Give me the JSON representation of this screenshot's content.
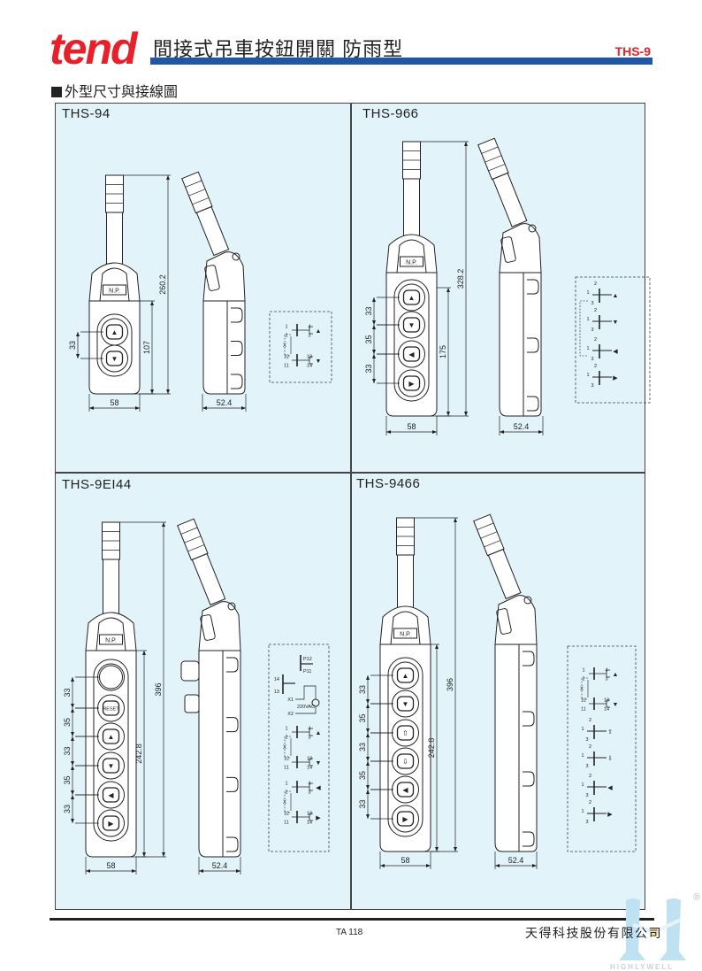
{
  "header": {
    "brand": "tend",
    "title": "間接式吊車按鈕開關  防雨型",
    "series_code": "THS-9"
  },
  "section_title": "外型尺寸與接線圖",
  "panels": [
    {
      "model": "THS-94",
      "width": "58",
      "side_width": "52.4",
      "body_height": "107",
      "total_height": "260.2",
      "pitches": [
        "33"
      ],
      "nameplate": "N.P."
    },
    {
      "model": "THS-966",
      "width": "58",
      "side_width": "52.4",
      "body_height": "175",
      "total_height": "328.2",
      "pitches": [
        "33",
        "35",
        "33"
      ],
      "nameplate": "N.P."
    },
    {
      "model": "THS-9EI44",
      "width": "58",
      "side_width": "52.4",
      "body_height": "242.8",
      "total_height": "396",
      "pitches": [
        "33",
        "35",
        "33",
        "35",
        "33"
      ],
      "nameplate": "N.P.",
      "reset_label": "RESET"
    },
    {
      "model": "THS-9466",
      "width": "58",
      "side_width": "52.4",
      "body_height": "242.8",
      "total_height": "396",
      "pitches": [
        "33",
        "35",
        "33",
        "35",
        "33"
      ],
      "nameplate": "N.P."
    }
  ],
  "wiring": {
    "contacts": [
      "1",
      "4",
      "2",
      "3",
      "12",
      "13",
      "11",
      "14"
    ],
    "interlock": "X",
    "single": [
      "1",
      "2",
      "3"
    ],
    "estop": [
      "P12",
      "P11",
      "14",
      "13",
      "X1",
      "X2",
      "220VAC"
    ]
  },
  "footer": {
    "page": "TA 118",
    "company": "天得科技股份有限公司",
    "watermark": "HIGHLYWELL",
    "registered": "®"
  },
  "colors": {
    "brand_red": "#e8202a",
    "bar_blue": "#1f56a8",
    "panel_bg": "#e2f3fa"
  }
}
